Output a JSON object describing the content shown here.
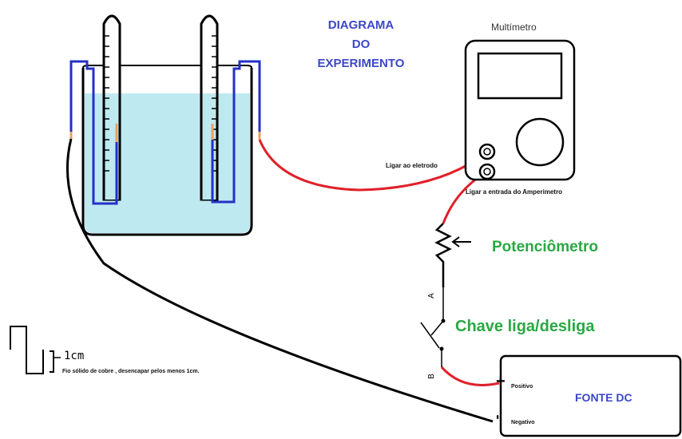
{
  "title": {
    "line1": "DIAGRAMA",
    "line2": "DO",
    "line3": "EXPERIMENTO"
  },
  "multimeter": {
    "label": "Multímetro",
    "port1_label": "Ligar ao eletrodo",
    "port2_label": "Ligar a entrada do Amperimetro"
  },
  "potentiometer": {
    "label": "Potenciômetro"
  },
  "switch": {
    "label": "Chave liga/desliga",
    "mark_a": "A",
    "mark_b": "B"
  },
  "power_supply": {
    "label": "FONTE DC",
    "positive_label": "Positivo",
    "negative_label": "Negativo",
    "plus_sign": "+",
    "minus_sign": "-"
  },
  "legend": {
    "measure": "1cm",
    "note": "Fio sólido de cobre , desencapar pelos menos 1cm."
  },
  "colors": {
    "title": "#3b47c9",
    "label_green": "#2aa843",
    "wire_red": "#e0202a",
    "wire_black": "#000000",
    "electrode_blue": "#2430c8",
    "liquid": "#bfe9f0",
    "copper_tip": "#e8a060"
  }
}
